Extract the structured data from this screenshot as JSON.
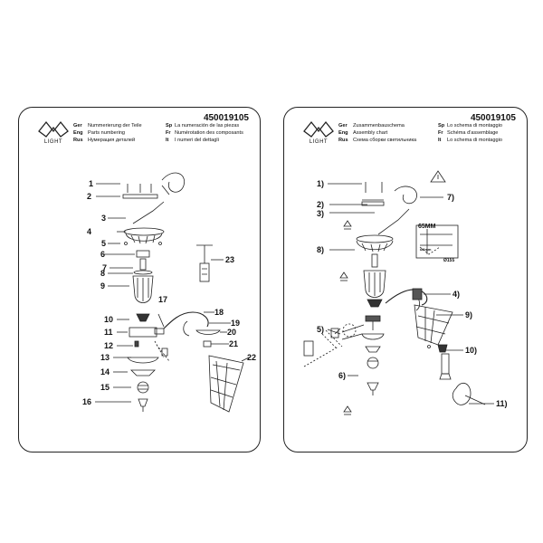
{
  "left": {
    "logo_text": "LIGHT",
    "model": "450019105",
    "header": [
      {
        "lang1": "Ger",
        "text1": "Nummerierung der Teile",
        "lang2": "Sp",
        "text2": "La numeración de las piezas"
      },
      {
        "lang1": "Eng",
        "text1": "Parts numbering",
        "lang2": "Fr",
        "text2": "Numérotation des composants"
      },
      {
        "lang1": "Rus",
        "text1": "Нумерация деталей",
        "lang2": "It",
        "text2": "I numeri del dettagli"
      }
    ],
    "labels": [
      "1",
      "2",
      "3",
      "4",
      "5",
      "6",
      "7",
      "8",
      "9",
      "10",
      "11",
      "12",
      "13",
      "14",
      "15",
      "16",
      "17",
      "18",
      "19",
      "20",
      "21",
      "22",
      "23"
    ]
  },
  "right": {
    "logo_text": "LIGHT",
    "model": "450019105",
    "header": [
      {
        "lang1": "Ger",
        "text1": "Zusammenbauschema",
        "lang2": "Sp",
        "text2": "Lo schema di montaggio"
      },
      {
        "lang1": "Eng",
        "text1": "Assembly chart",
        "lang2": "Fr",
        "text2": "Schéma d'assemblage"
      },
      {
        "lang1": "Rus",
        "text1": "Схема сборки светильника",
        "lang2": "It",
        "text2": "Lo schema di montaggio"
      }
    ],
    "labels": [
      "1)",
      "2)",
      "3)",
      "4)",
      "5)",
      "6)",
      "7)",
      "8)",
      "9)",
      "10)",
      "11)"
    ],
    "dims": {
      "d1": "65MM",
      "d2": "Ø6mm",
      "d3": "Ø155"
    }
  }
}
